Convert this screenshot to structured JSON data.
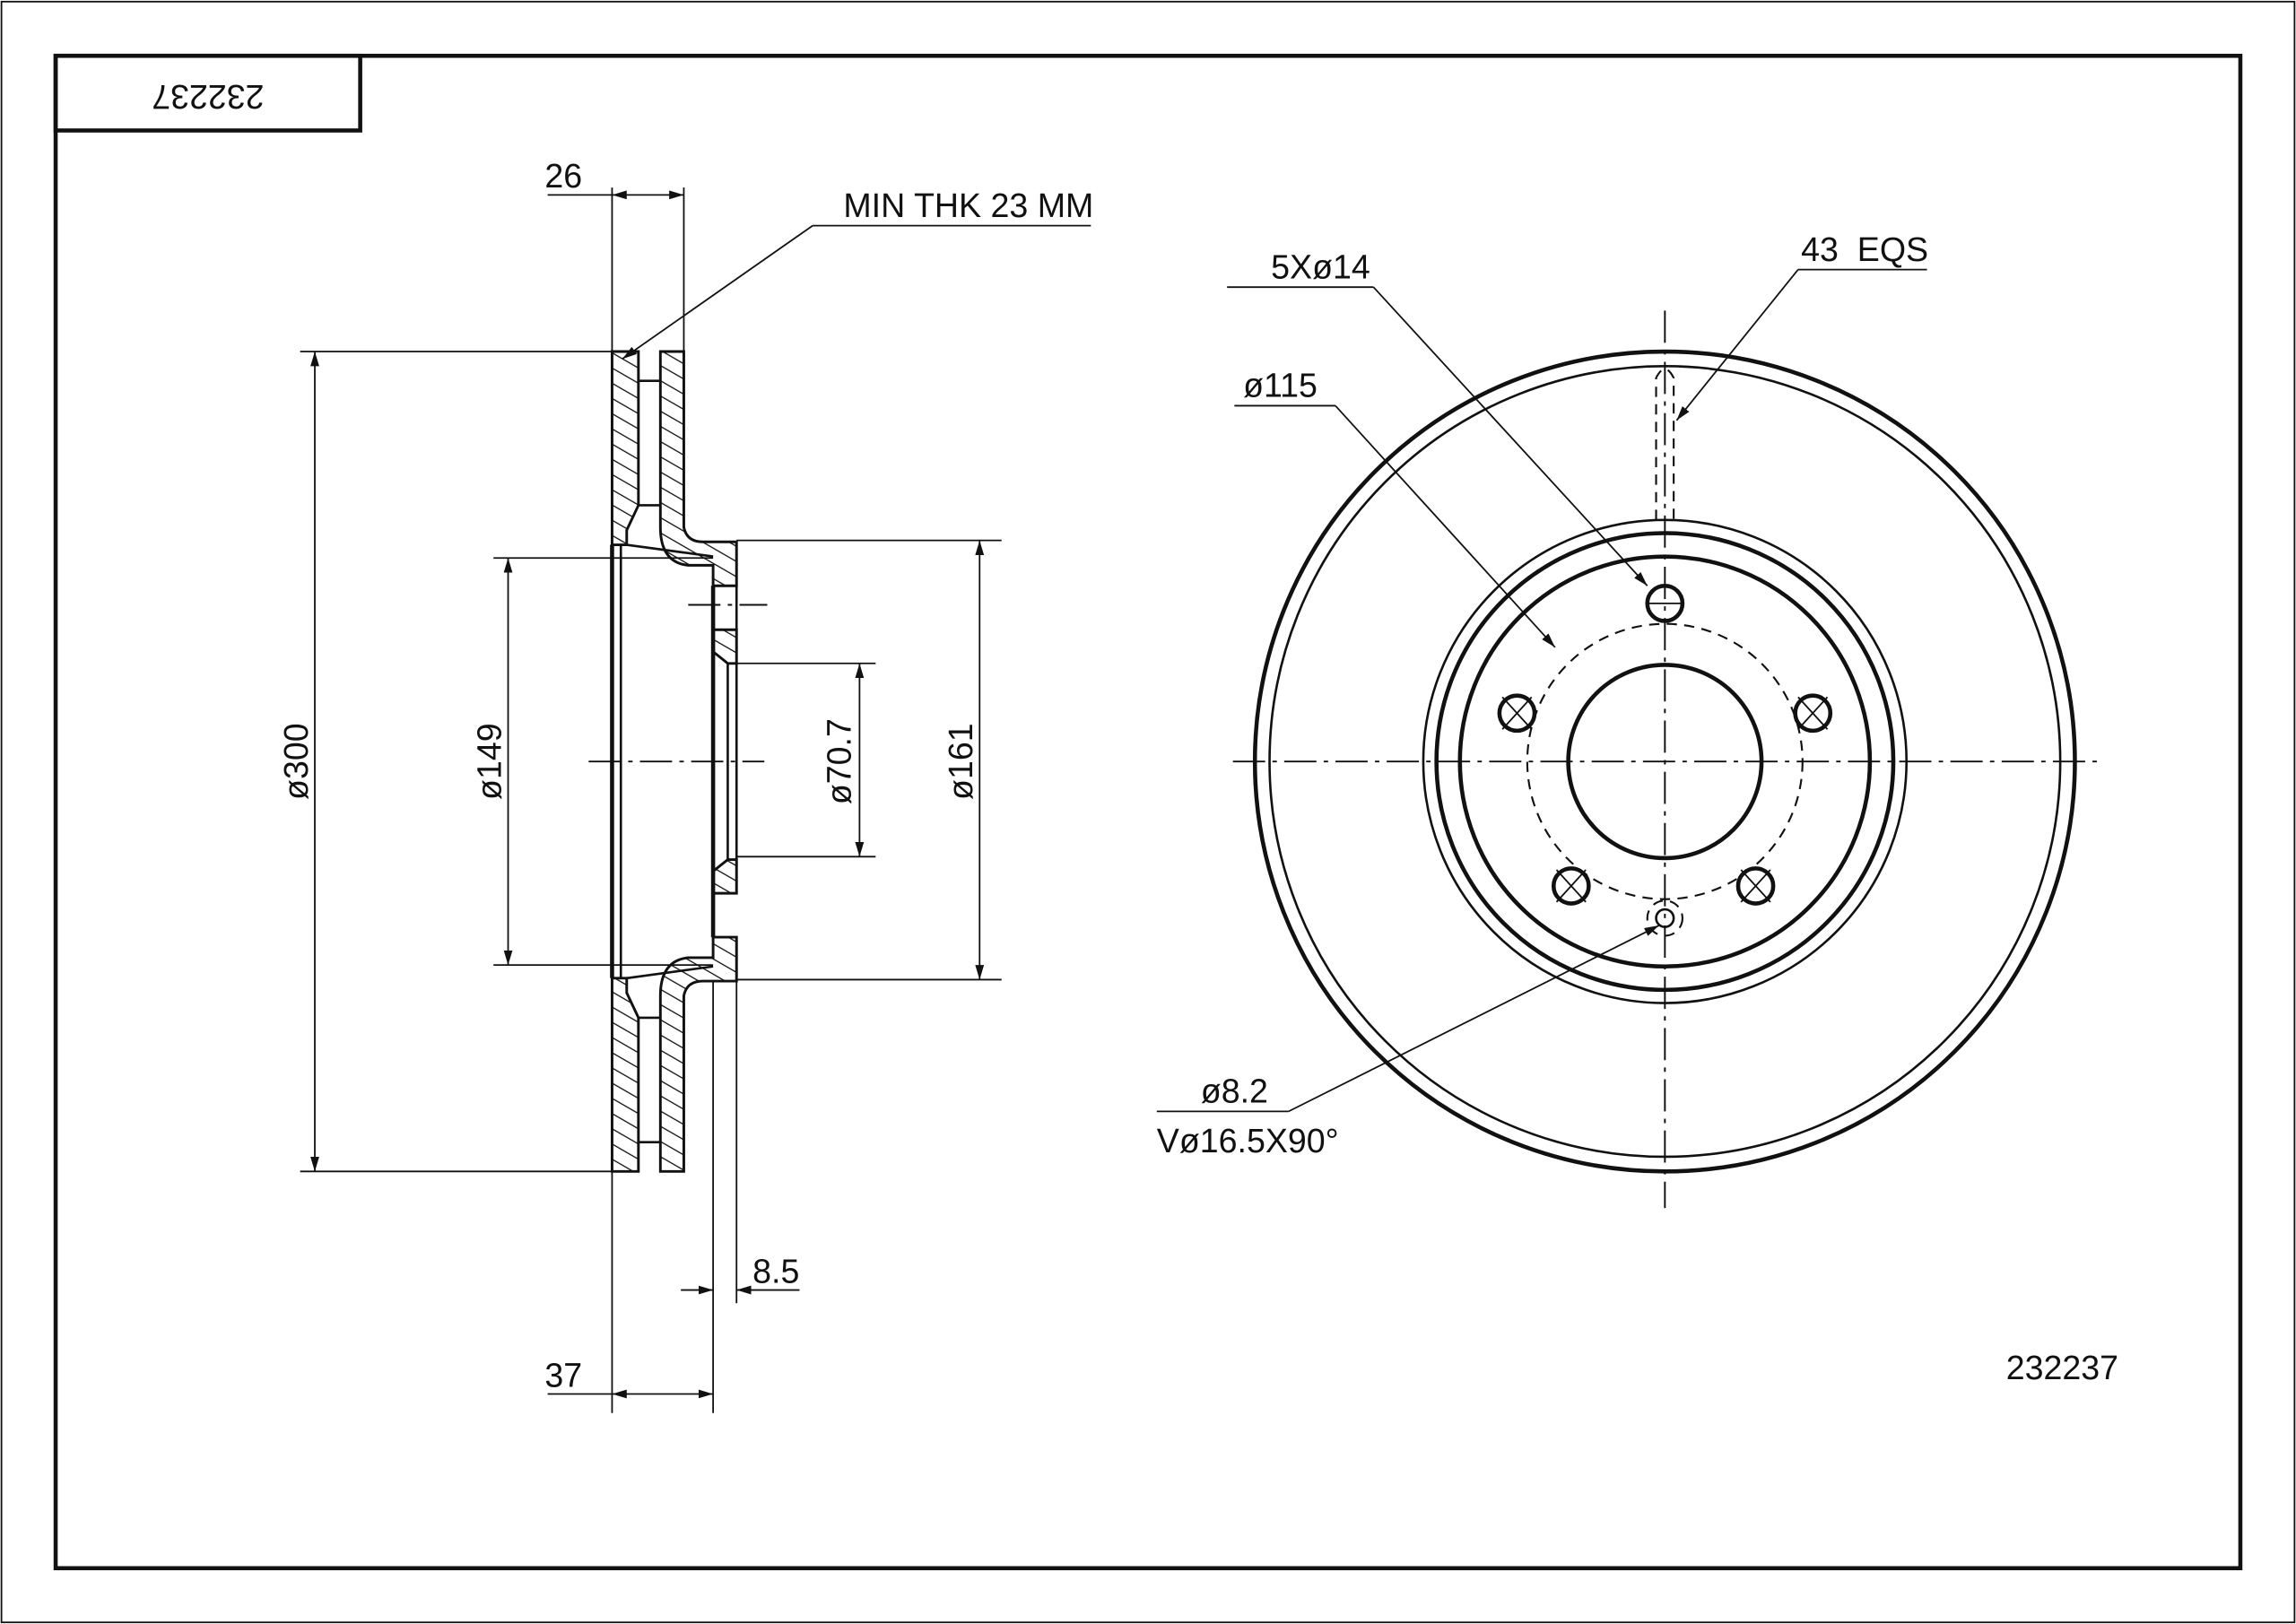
{
  "title_block": {
    "part_number_mirrored": "232237"
  },
  "part_number": "232237",
  "side_view": {
    "dim_width": "26",
    "min_thickness": "MIN THK 23 MM",
    "dim_outer_diameter": "ø300",
    "dim_hat_inner": "ø149",
    "dim_bore": "ø70.7",
    "dim_hat_outer": "ø161",
    "dim_hub_thickness": "8.5",
    "dim_total_height": "37"
  },
  "front_view": {
    "bolt_holes": "5Xø14",
    "pitch_circle": "ø115",
    "vents": "43  EQS",
    "aux_hole": "ø8.2",
    "countersink": "Vø16.5X90°"
  },
  "colors": {
    "line": "#111111",
    "background": "#ffffff"
  }
}
